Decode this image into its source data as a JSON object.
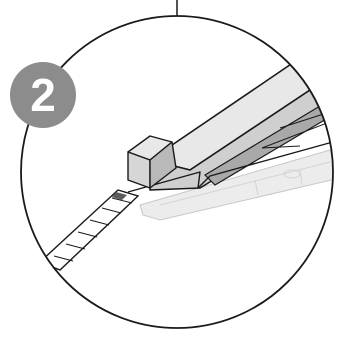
{
  "step": {
    "number": "2"
  },
  "colors": {
    "badge": "#8c8c8c",
    "outline": "#1a1a1a",
    "housing_light": "#e8e8e8",
    "housing_mid": "#cfcfcf",
    "housing_dark": "#a9a9a9",
    "ghost_blade": "#ececec"
  },
  "icons": [
    "step-number-badge",
    "connector-line",
    "detail-circle",
    "tool-housing",
    "button-block",
    "blade-strip",
    "ghost-blade"
  ]
}
